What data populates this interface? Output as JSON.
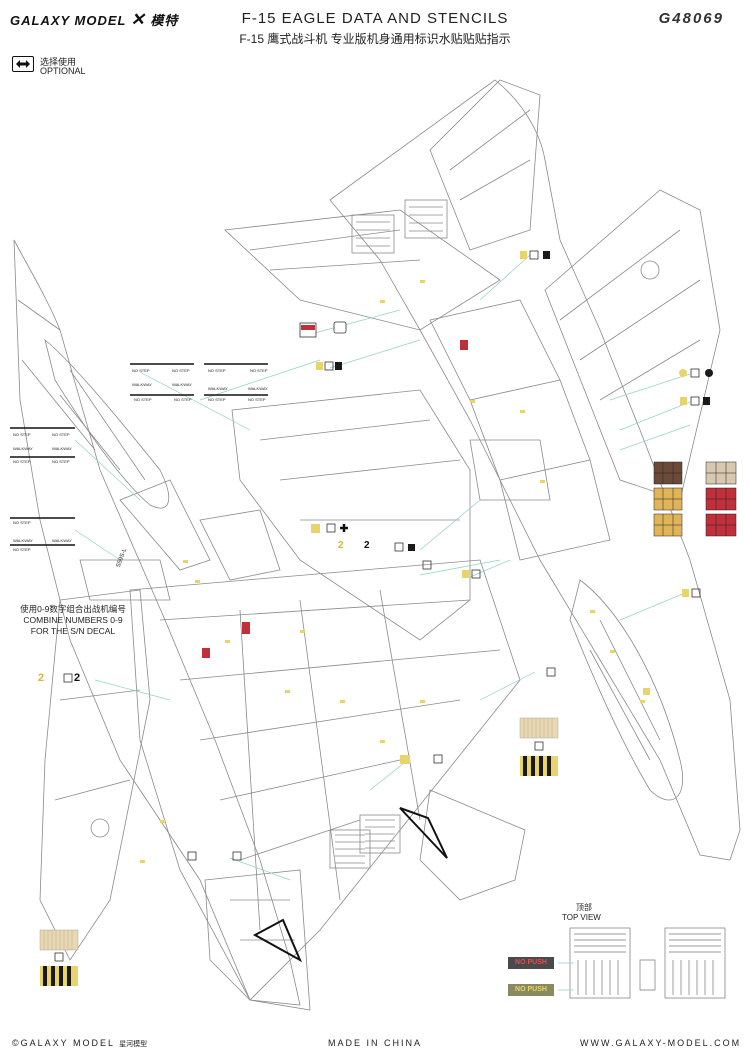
{
  "header": {
    "brand": "GALAXY MODEL",
    "brand_cn": "模特",
    "title_en": "F-15 EAGLE DATA AND STENCILS",
    "title_cn": "F-15 鹰式战斗机 专业版机身通用标识水贴贴贴指示",
    "kit_number": "G48069"
  },
  "legend": {
    "label_cn": "选择使用",
    "label_en": "OPTIONAL"
  },
  "notes": {
    "serial_cn": "使用0-9数字组合出战机编号",
    "serial_en_1": "COMBINE NUMBERS 0-9",
    "serial_en_2": "FOR THE S/N DECAL",
    "top_view_cn": "顶部",
    "top_view_en": "TOP VIEW"
  },
  "stencils": {
    "no_step": "NO STEP",
    "walkway": "WALKWAY",
    "no_push": "NO PUSH",
    "number_two": "2",
    "serial_sample": "S59S-L"
  },
  "footer": {
    "copyright": "©GALAXY MODEL",
    "copyright_cn": "星河模型",
    "made_in": "MADE IN CHINA",
    "website": "WWW.GALAXY-MODEL.COM"
  },
  "colors": {
    "line": "#7a7a7a",
    "leader": "#8fd0c8",
    "stencil_yellow": "#e8d46a",
    "stencil_red": "#c0303a",
    "stencil_beige": "#e8d8b0",
    "stencil_brown": "#6b4a3a",
    "stencil_black": "#1a1a1a"
  }
}
